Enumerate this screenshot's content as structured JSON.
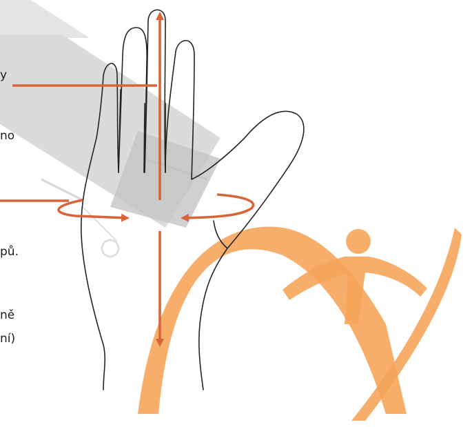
{
  "text_fragments": [
    "y",
    "no",
    "pů.",
    "ně",
    "ní)"
  ],
  "colors": {
    "arrow": "#d9643a",
    "outline": "#222222",
    "watermark_gray": "#c9c9c9",
    "logo_orange": "#f5a55a"
  }
}
